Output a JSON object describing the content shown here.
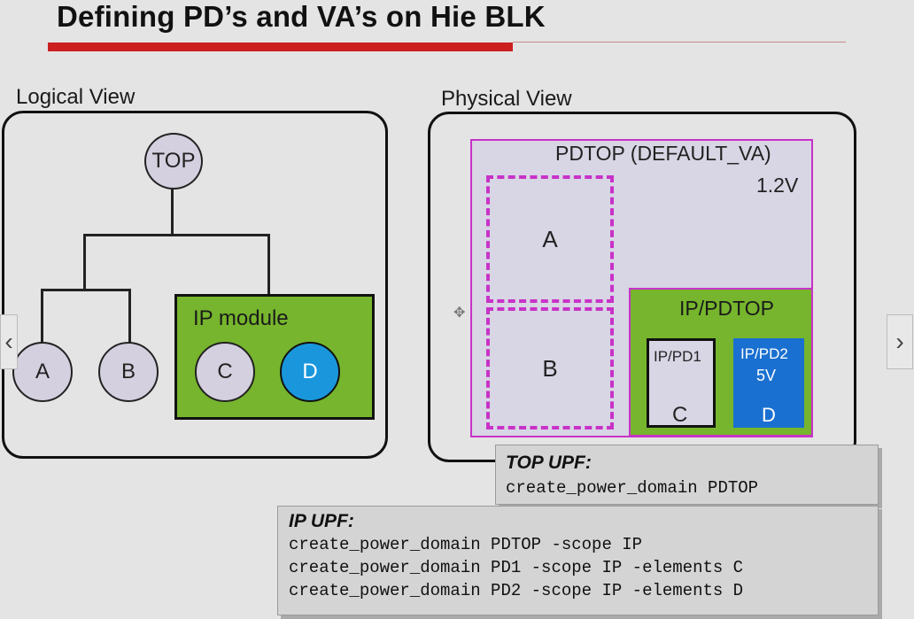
{
  "slide": {
    "title": "Defining PD’s and VA’s on Hie BLK",
    "logical_view": {
      "label": "Logical View",
      "top_node": "TOP",
      "node_a": "A",
      "node_b": "B",
      "ip_module_label": "IP module",
      "node_c": "C",
      "node_d": "D"
    },
    "physical_view": {
      "label": "Physical View",
      "pdtop_label": "PDTOP (DEFAULT_VA)",
      "pdtop_voltage": "1.2V",
      "block_a": "A",
      "block_b": "B",
      "ip_pdtop_label": "IP/PDTOP",
      "ip_pd1_label": "IP/PD1",
      "ip_pd1_cell": "C",
      "ip_pd2_label": "IP/PD2",
      "ip_pd2_voltage": "5V",
      "ip_pd2_cell": "D"
    },
    "top_upf": {
      "heading": "TOP UPF:",
      "line1": "create_power_domain PDTOP"
    },
    "ip_upf": {
      "heading": "IP UPF:",
      "line1": "create_power_domain PDTOP -scope IP",
      "line2": "create_power_domain PD1 -scope IP -elements C",
      "line3": "create_power_domain PD2 -scope IP -elements D"
    }
  },
  "viewer": {
    "prev_glyph": "‹",
    "next_glyph": "›"
  },
  "colors": {
    "title_bar": "#cc1f1f",
    "green": "#76b52d",
    "magenta": "#c832c8",
    "node_fill": "#d4d0df",
    "node_d_fill": "#1a97dc",
    "pd2_fill": "#1a70d0"
  }
}
